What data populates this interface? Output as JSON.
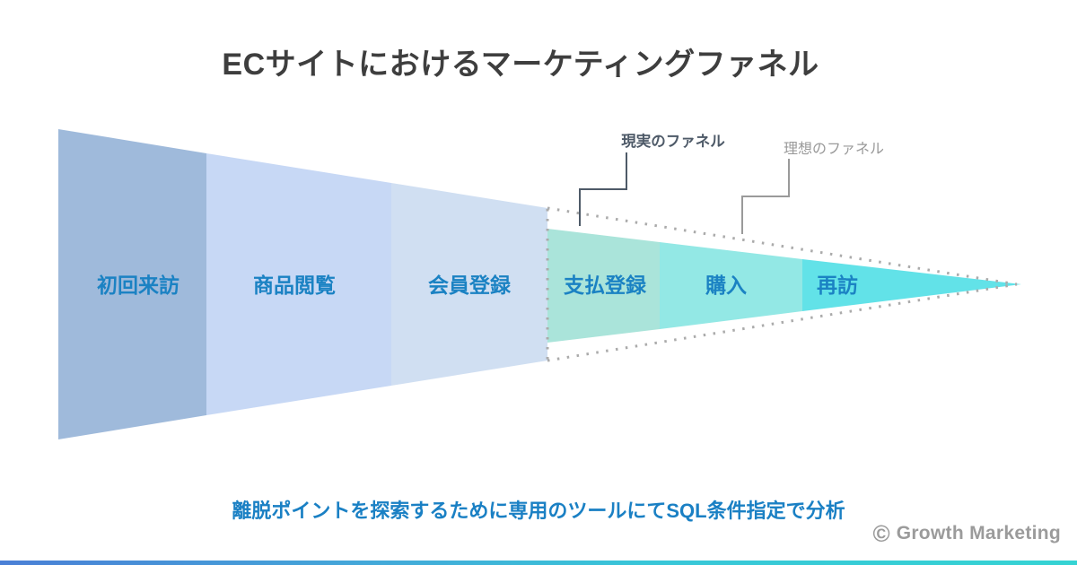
{
  "title": "ECサイトにおけるマーケティングファネル",
  "funnel": {
    "stages": [
      {
        "label": "初回来訪",
        "color": "#9fbadb"
      },
      {
        "label": "商品閲覧",
        "color": "#c7d8f5"
      },
      {
        "label": "会員登録",
        "color": "#d0dff2"
      },
      {
        "label": "支払登録",
        "color": "#aae4da"
      },
      {
        "label": "購入",
        "color": "#93e8e5"
      },
      {
        "label": "再訪",
        "color": "#62e2e8"
      }
    ],
    "annotations": {
      "actual_label": "現実のファネル",
      "ideal_label": "理想のファネル"
    },
    "colors": {
      "stage_label_text": "#1b82c3",
      "actual_callout_text": "#4e5a68",
      "ideal_callout_text": "#9a9a9a",
      "dotted_outline": "#ababab",
      "actual_connector": "#4e5a68",
      "ideal_connector": "#9a9a9a"
    }
  },
  "caption": "離脱ポイントを探索するために専用のツールにてSQL条件指定で分析",
  "footer": {
    "copyright_symbol": "©",
    "brand": "Growth Marketing",
    "brand_color": "#9b9b9b",
    "accent_bar_colors": [
      "#4a7fd6",
      "#35d3d3"
    ]
  },
  "title_color": "#3e3e3e",
  "caption_color": "#1a80c4"
}
